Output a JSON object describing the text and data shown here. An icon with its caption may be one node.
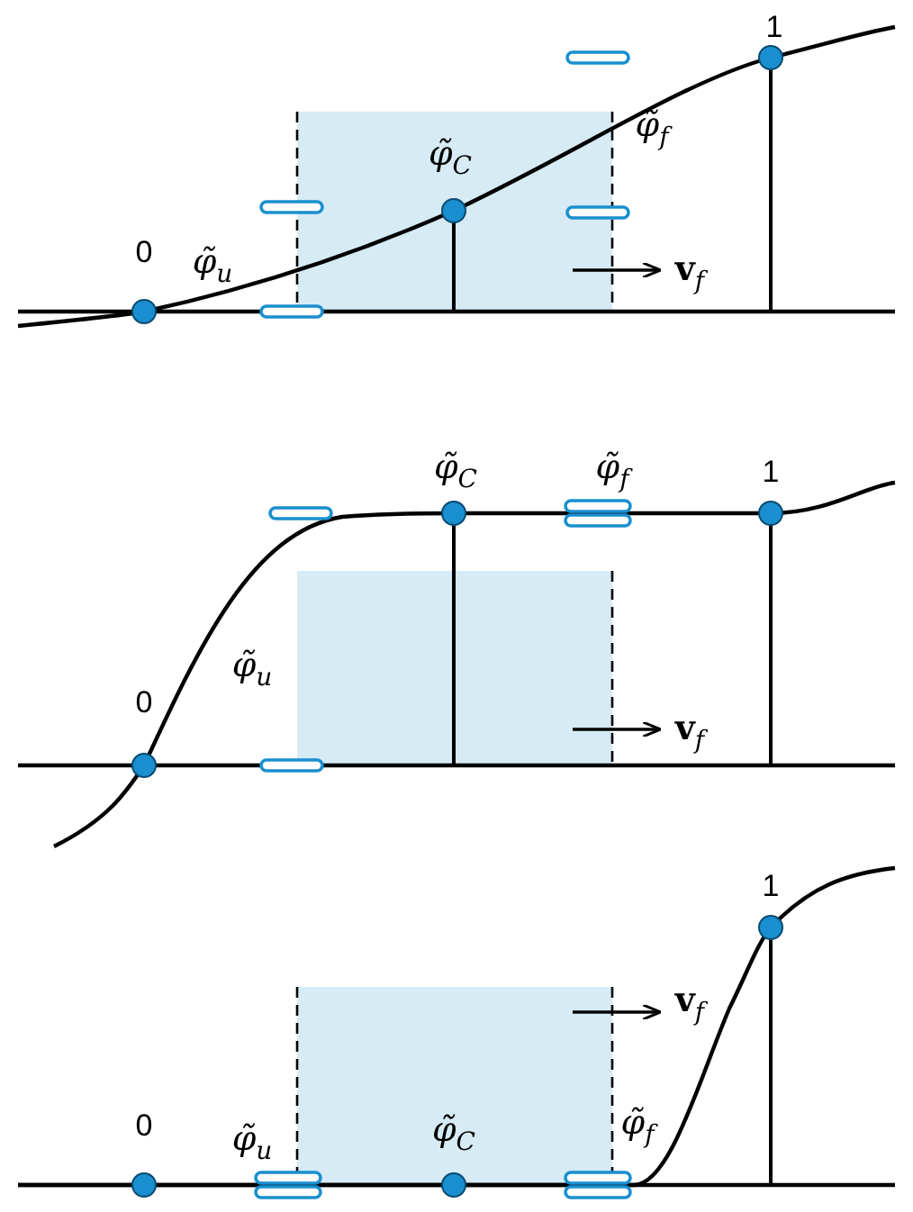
{
  "diagram": {
    "labels": [
      "1",
      "φ̃$_{C}$",
      "φ̃$_{f}$",
      "0",
      "φ̃$_{u}$",
      "**v**$_{f}$",
      "φ̃$_{C}$",
      "φ̃$_{f}$",
      "1",
      "φ̃$_{u}$",
      "0",
      "**v**$_{f}$",
      "1",
      "**v**$_{f}$",
      "0",
      "φ̃$_{u}$",
      "φ̃$_{C}$",
      "φ̃$_{f}$"
    ]
  }
}
